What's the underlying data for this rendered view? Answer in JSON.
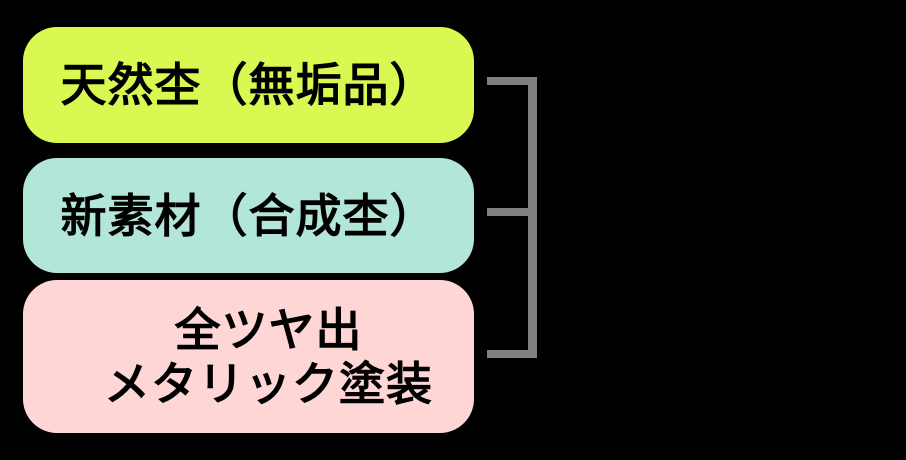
{
  "diagram": {
    "title": "wood-grain material alternatives grouping",
    "background_color": "#000000",
    "text_color": "#000000",
    "boxes": [
      {
        "id": "natural-wood",
        "label": "天然杢（無垢品）",
        "bg": "#d9f852"
      },
      {
        "id": "new-material",
        "label": "新素材（合成杢）",
        "bg": "#b2e6d8"
      },
      {
        "id": "metallic-paint",
        "lines": [
          "全ツヤ出",
          "メタリック塗装"
        ],
        "bg": "#ffd6d6"
      }
    ],
    "connector": {
      "type": "grouping-bracket",
      "color": "#7f7f7f"
    }
  }
}
